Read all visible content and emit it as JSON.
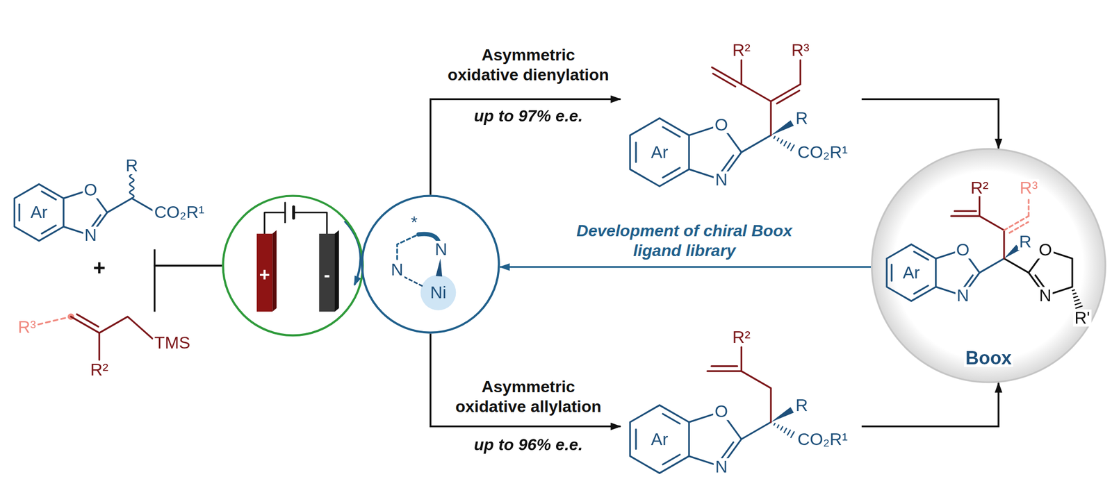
{
  "diagram": {
    "nodes": [
      {
        "text": [
          "R",
          "O",
          "CO₂R¹",
          "Ar",
          "N"
        ]
      },
      {
        "text": [
          "R³",
          "TMS",
          "R²"
        ]
      },
      {
        "text": [
          "+",
          "-"
        ]
      },
      {
        "text": [
          "*",
          "N",
          "N",
          "Ni"
        ]
      },
      {
        "text": [
          "R²",
          "R³",
          "R",
          "O",
          "CO₂R¹",
          "Ar",
          "N"
        ]
      },
      {
        "text": [
          "R²",
          "O",
          "R",
          "CO₂R¹",
          "Ar",
          "N"
        ]
      },
      {
        "text": [
          "R²",
          "R³",
          "O",
          "R",
          "O",
          "Ar",
          "N",
          "N",
          "R'",
          "Boox"
        ]
      }
    ],
    "edges": [
      {
        "from": 0,
        "to": 2,
        "arrow": "none"
      },
      {
        "from": 1,
        "to": 2,
        "arrow": "none"
      },
      {
        "from": 3,
        "to": 4,
        "label": "Asymmetric oxidative dienylation",
        "arrow": "to"
      },
      {
        "from": 3,
        "to": 5,
        "label": "Asymmetric oxidative allylation",
        "arrow": "to"
      },
      {
        "from": 4,
        "to": 6,
        "arrow": "to"
      },
      {
        "from": 5,
        "to": 6,
        "arrow": "to"
      },
      {
        "from": 6,
        "to": 3,
        "label": "Development of chiral Boox ligand library",
        "arrow": "to"
      }
    ],
    "labels": [
      "+",
      "up to 97% e.e.",
      "up to 96% e.e."
    ]
  }
}
